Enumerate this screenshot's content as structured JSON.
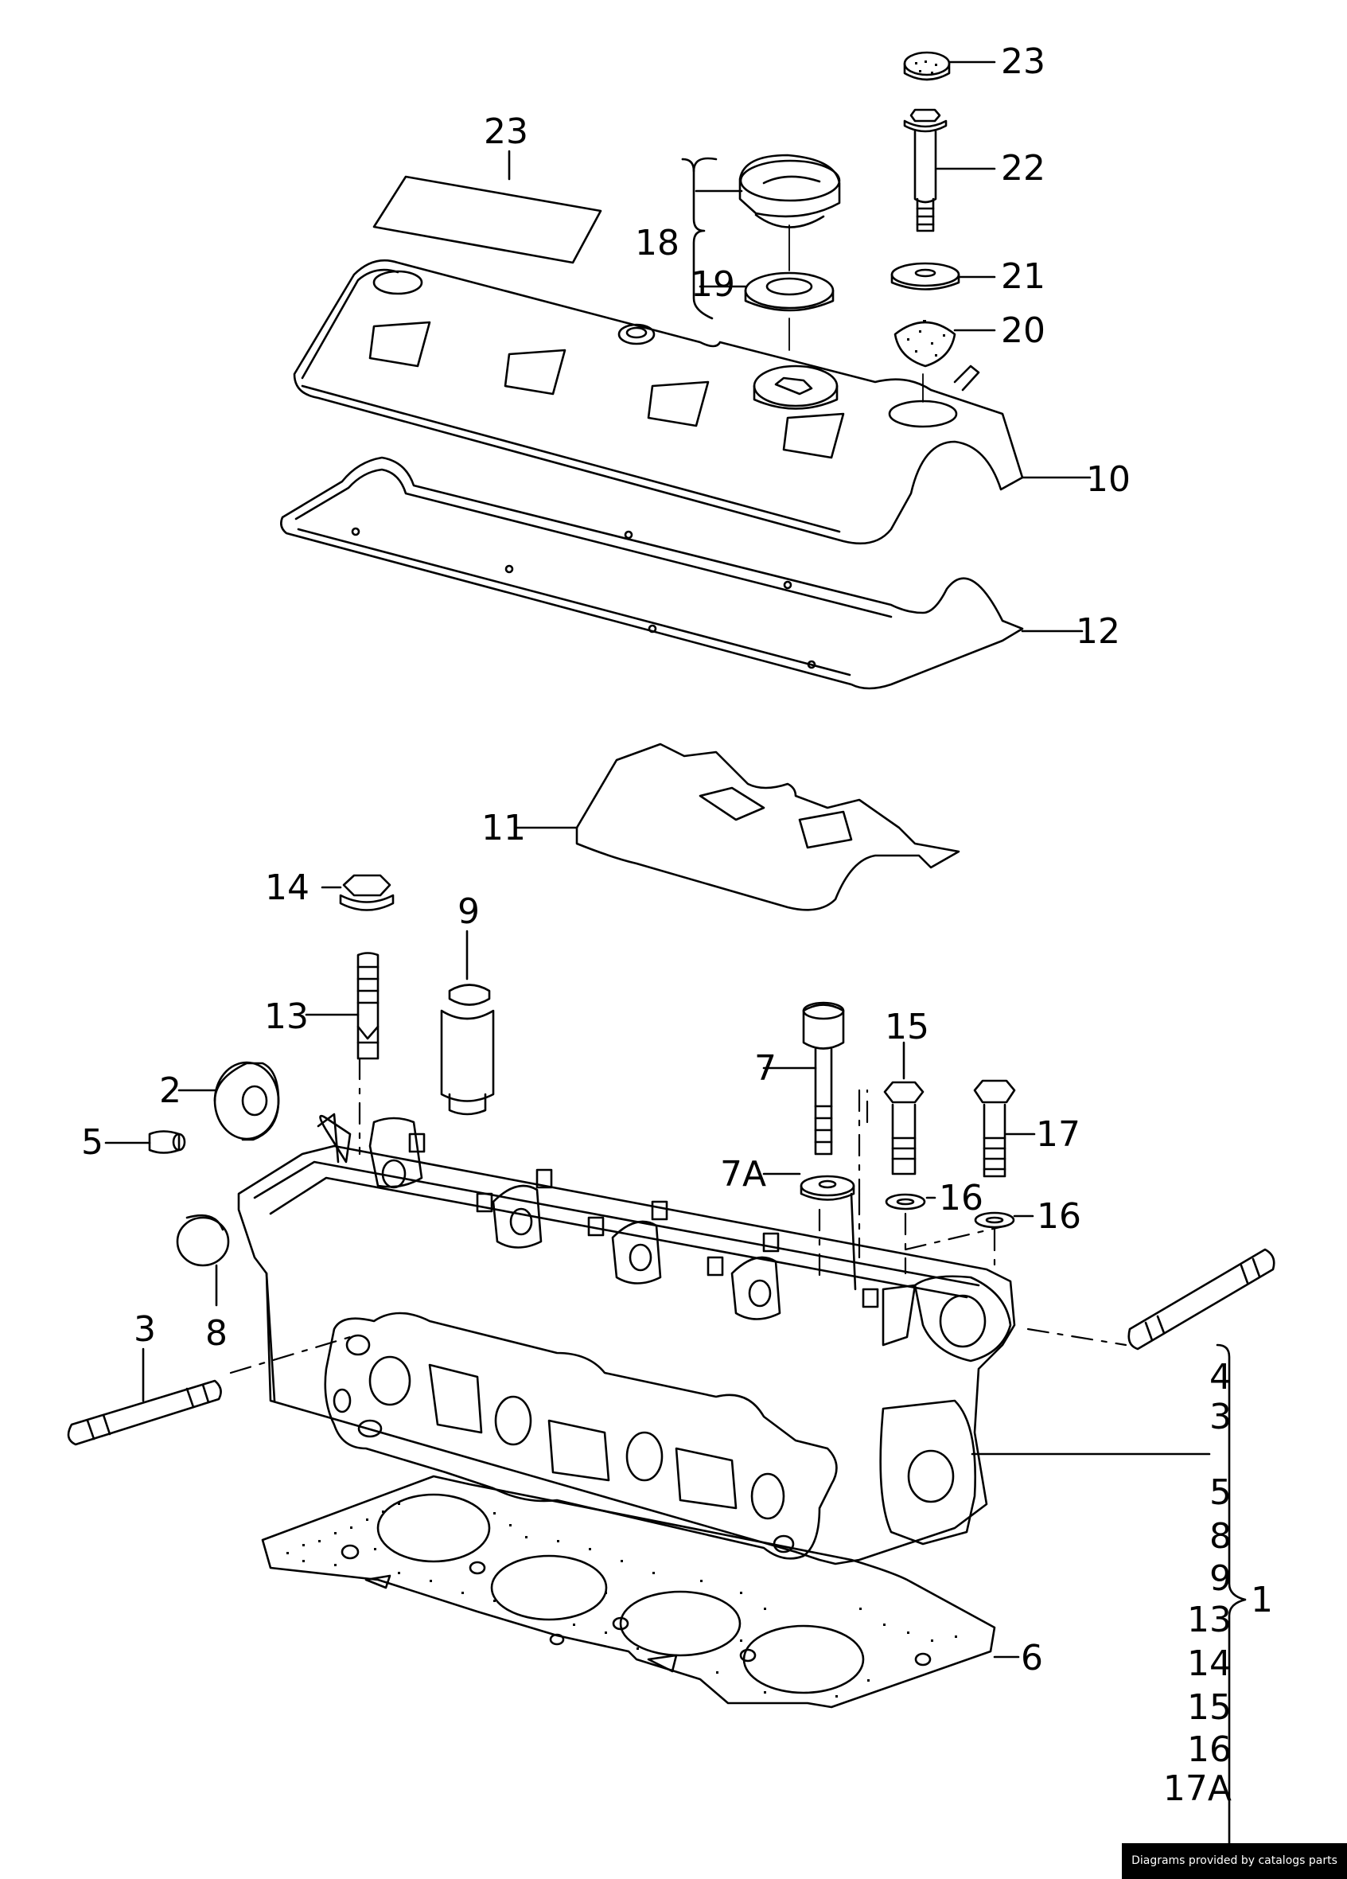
{
  "labels": {
    "p23_top": "23",
    "p22": "22",
    "p21": "21",
    "p20": "20",
    "p23_left": "23",
    "p18": "18",
    "p19": "19",
    "p10": "10",
    "p12": "12",
    "p11": "11",
    "p14": "14",
    "p9": "9",
    "p13": "13",
    "p15": "15",
    "p7": "7",
    "p17": "17",
    "p2": "2",
    "p5": "5",
    "p7a": "7A",
    "p16a": "16",
    "p16b": "16",
    "p3": "3",
    "p8": "8",
    "p6": "6",
    "p1": "1"
  },
  "kit_list": [
    "4",
    "3",
    "5",
    "8",
    "9",
    "13",
    "14",
    "15",
    "16",
    "17A"
  ],
  "credit": "Diagrams provided by catalogs parts"
}
